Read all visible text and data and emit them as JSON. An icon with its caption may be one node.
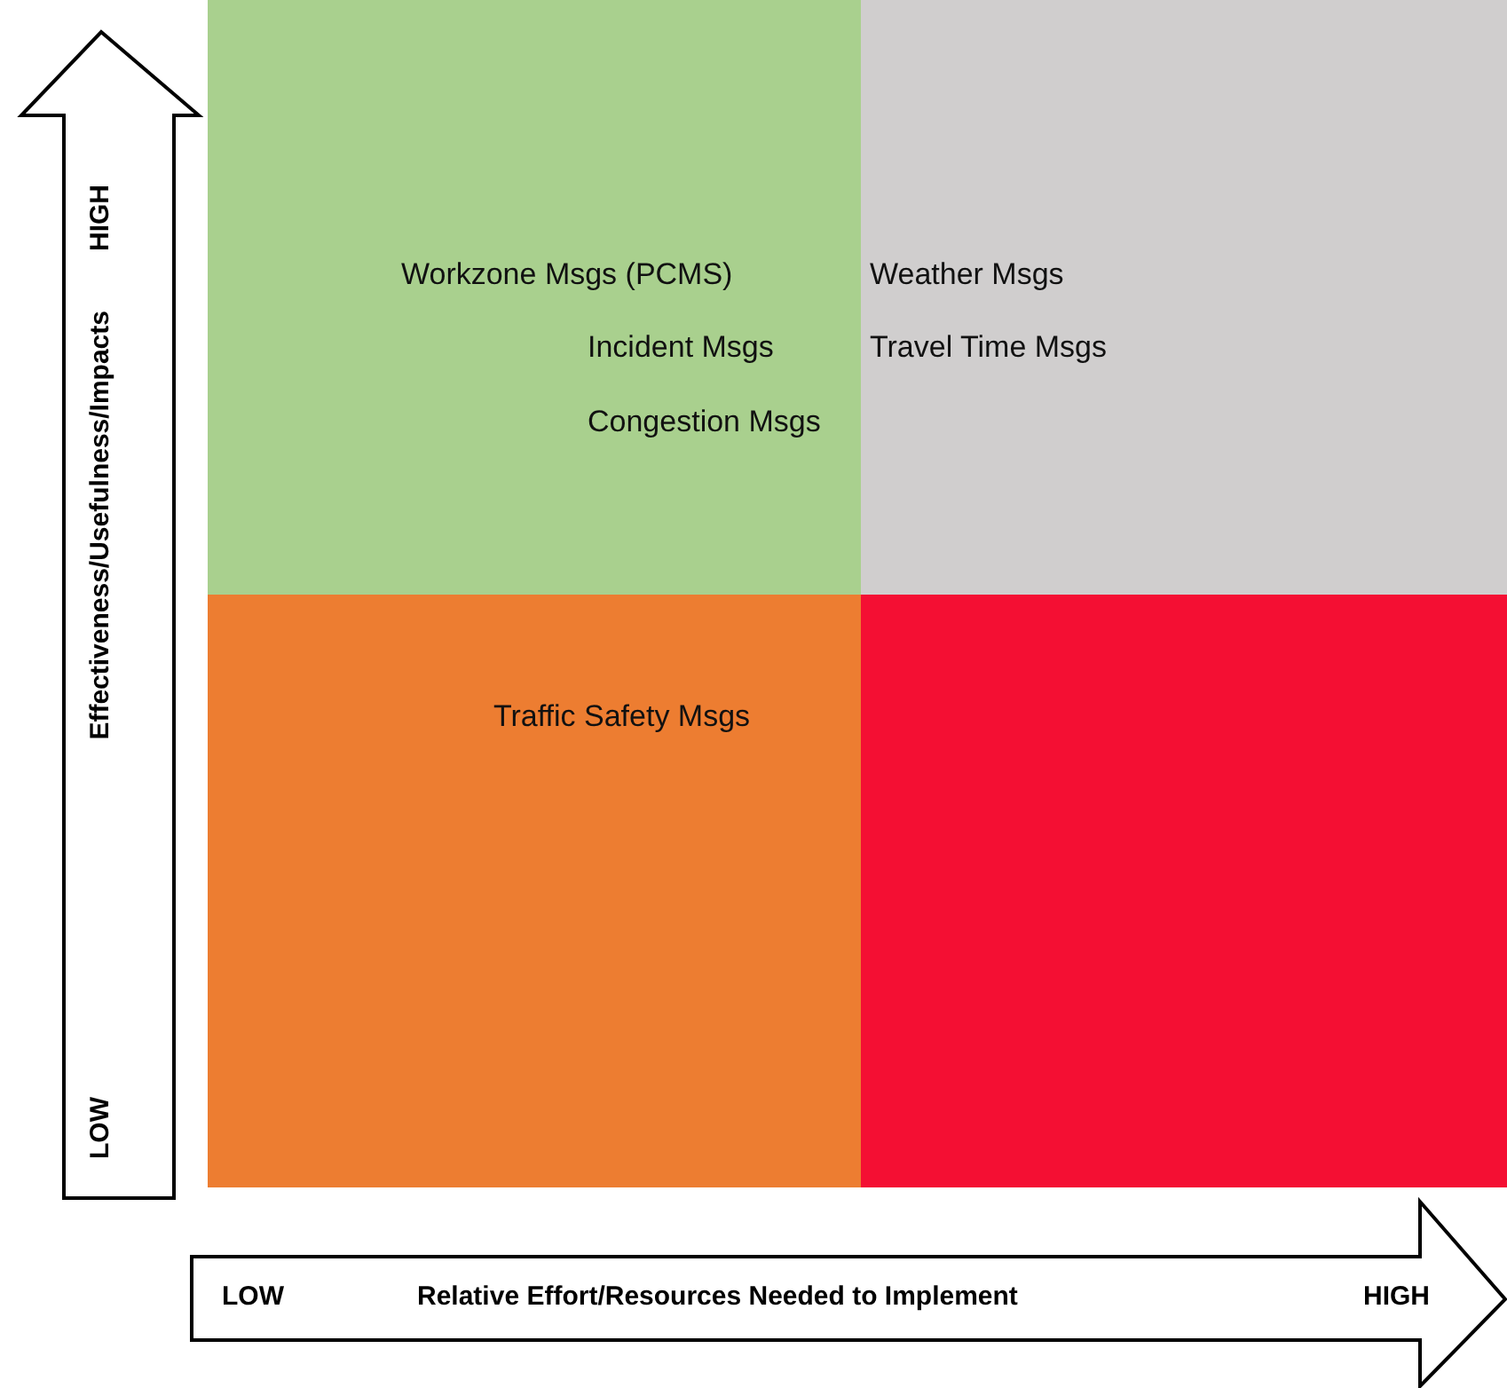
{
  "diagram": {
    "nodes": [
      {
        "text": [
          "Workzone Msgs (PCMS)",
          "Incident Msgs",
          "Congestion Msgs"
        ]
      },
      {
        "text": [
          "Weather Msgs",
          "Travel Time Msgs"
        ]
      },
      {
        "text": [
          "Traffic Safety Msgs"
        ]
      },
      {
        "text": [],
        "shape": "box"
      }
    ],
    "edges": [],
    "labels": [
      "HIGH",
      "Effectiveness/Usefulness/Impacts",
      "LOW",
      "LOW",
      "Relative Effort/Resources Needed to Implement",
      "HIGH"
    ]
  }
}
